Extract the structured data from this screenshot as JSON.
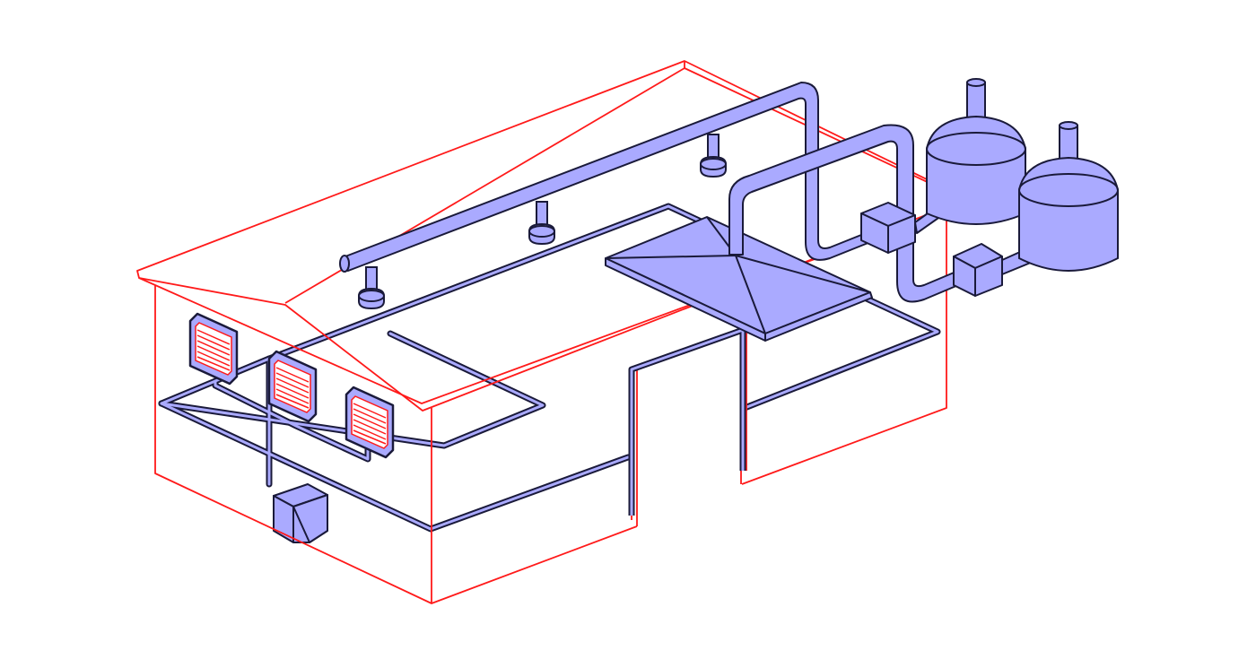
{
  "diagram": {
    "colors": {
      "building": "#ff1a1a",
      "fill": "#aaaaff",
      "stroke": "#1a1a3a",
      "heater_grille": "#ff1a1a",
      "background": "#ffffff"
    },
    "components": [
      {
        "kind": "building-outline",
        "icon": "warehouse-outline"
      },
      {
        "kind": "roof-exhaust-duct",
        "icon": "duct-icon"
      },
      {
        "kind": "ceiling-diffusers",
        "count": 3,
        "icon": "diffuser-icon"
      },
      {
        "kind": "exhaust-hood",
        "icon": "hood-icon"
      },
      {
        "kind": "unit-heaters",
        "count": 3,
        "icon": "heater-icon"
      },
      {
        "kind": "control-box",
        "icon": "box-icon"
      },
      {
        "kind": "storage-tanks",
        "count": 2,
        "icon": "tank-icon"
      },
      {
        "kind": "fan-boxes",
        "count": 2,
        "icon": "fan-box-icon"
      }
    ]
  }
}
